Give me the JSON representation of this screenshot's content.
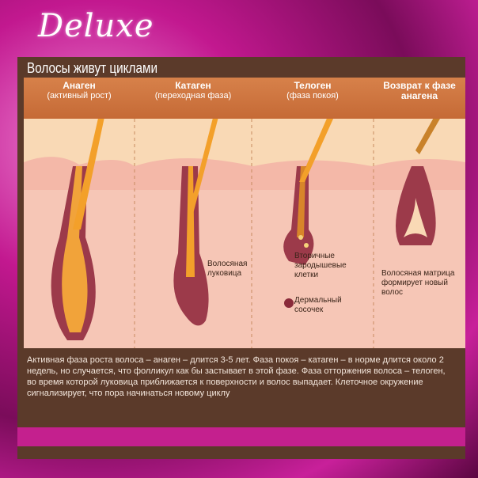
{
  "logo": "Deluxe",
  "title": "Волосы живут циклами",
  "phases": [
    {
      "name": "Анаген",
      "sub": "(активный рост)"
    },
    {
      "name": "Катаген",
      "sub": "(переходная фаза)"
    },
    {
      "name": "Телоген",
      "sub": "(фаза покоя)"
    },
    {
      "name": "Возврат к фазе анагена",
      "sub": ""
    }
  ],
  "labels": {
    "bulb": "Волосяная луковица",
    "germ": "Вторичные зародышевые клетки",
    "papilla": "Дермальный сосочек",
    "matrix": "Волосяная матрица формирует новый волос"
  },
  "description": "Активная фаза роста волоса – анаген – длится 3-5 лет. Фаза покоя – катаген – в норме длится около 2 недель, но случается, что фолликул как бы застывает в этой фазе. Фаза отторжения волоса – телоген, во время которой луковица приближается к поверхности и волос выпадает. Клеточное окружение сигнализирует, что пора начинаться новому циклу"
}
